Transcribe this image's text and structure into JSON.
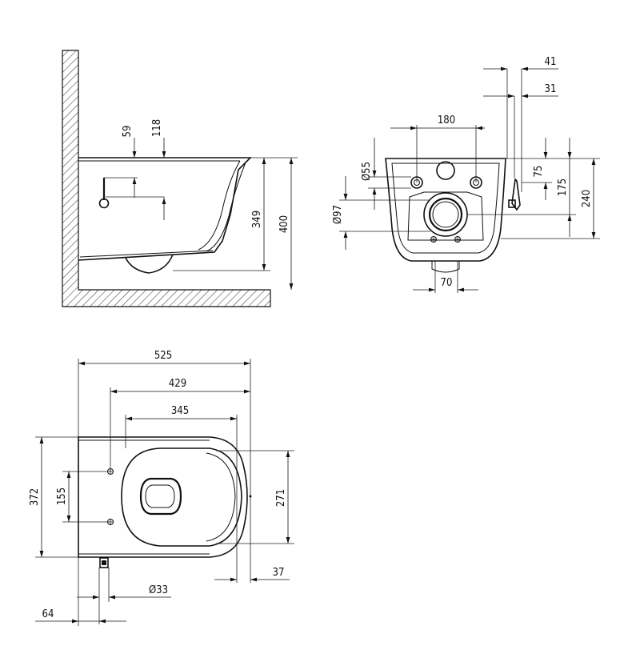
{
  "dimensions": {
    "side_view": {
      "d59": "59",
      "d118": "118",
      "d349": "349",
      "d400": "400"
    },
    "front_view": {
      "d41": "41",
      "d31": "31",
      "d180": "180",
      "d55": "Ø55",
      "d75": "75",
      "d175": "175",
      "d240": "240",
      "d97": "Ø97",
      "d70": "70"
    },
    "top_view": {
      "d525": "525",
      "d429": "429",
      "d345": "345",
      "d372": "372",
      "d155": "155",
      "d271": "271",
      "d37": "37",
      "d33": "Ø33",
      "d64": "64"
    }
  }
}
